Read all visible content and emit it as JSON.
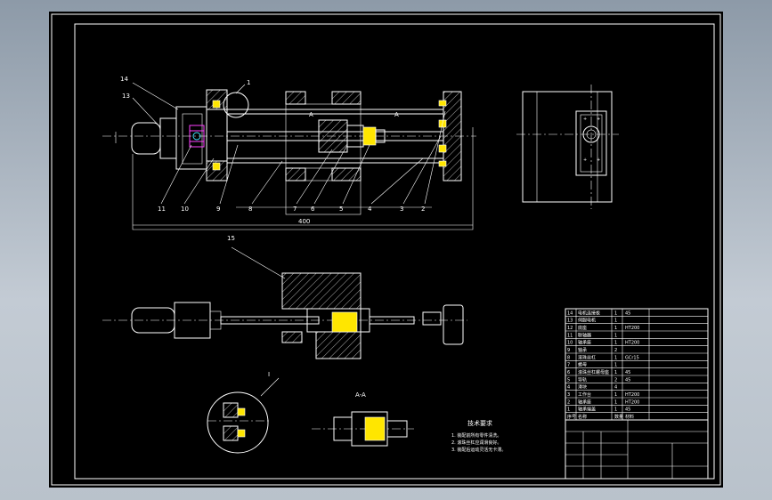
{
  "drawing": {
    "background_color": "#000000",
    "line_color": "#ffffff",
    "accent_colors": [
      "#ff40ff",
      "#40e0ff",
      "#ffe600"
    ],
    "callouts_top": [
      "14",
      "13",
      "1",
      "11",
      "10",
      "9",
      "8",
      "7",
      "6",
      "5",
      "4",
      "3",
      "2"
    ],
    "callout_mid": "15",
    "detail_label": "I",
    "section_label": "A-A",
    "dim_label": "A",
    "tech_title": "技术要求",
    "tech_notes": [
      "1. 装配前所有零件清洗。",
      "2. 滚珠丝杠应润滑良好。",
      "3. 装配后运动灵活无卡滞。"
    ]
  },
  "bom": {
    "rows": [
      {
        "no": "14",
        "name": "电机连接板",
        "qty": "1",
        "material": "45"
      },
      {
        "no": "13",
        "name": "伺服电机",
        "qty": "1",
        "material": ""
      },
      {
        "no": "12",
        "name": "底座",
        "qty": "1",
        "material": "HT200"
      },
      {
        "no": "11",
        "name": "联轴器",
        "qty": "1",
        "material": ""
      },
      {
        "no": "10",
        "name": "轴承座",
        "qty": "1",
        "material": "HT200"
      },
      {
        "no": "9",
        "name": "轴承",
        "qty": "2",
        "material": ""
      },
      {
        "no": "8",
        "name": "滚珠丝杠",
        "qty": "1",
        "material": "GCr15"
      },
      {
        "no": "7",
        "name": "螺母",
        "qty": "1",
        "material": ""
      },
      {
        "no": "6",
        "name": "滚珠丝杠螺母座",
        "qty": "1",
        "material": "45"
      },
      {
        "no": "5",
        "name": "导轨",
        "qty": "2",
        "material": "45"
      },
      {
        "no": "4",
        "name": "滑块",
        "qty": "4",
        "material": ""
      },
      {
        "no": "3",
        "name": "工作台",
        "qty": "1",
        "material": "HT200"
      },
      {
        "no": "2",
        "name": "轴承座",
        "qty": "1",
        "material": "HT200"
      },
      {
        "no": "1",
        "name": "轴承端盖",
        "qty": "1",
        "material": "45"
      }
    ],
    "headers": [
      "序号",
      "名称",
      "数量",
      "材料"
    ]
  }
}
